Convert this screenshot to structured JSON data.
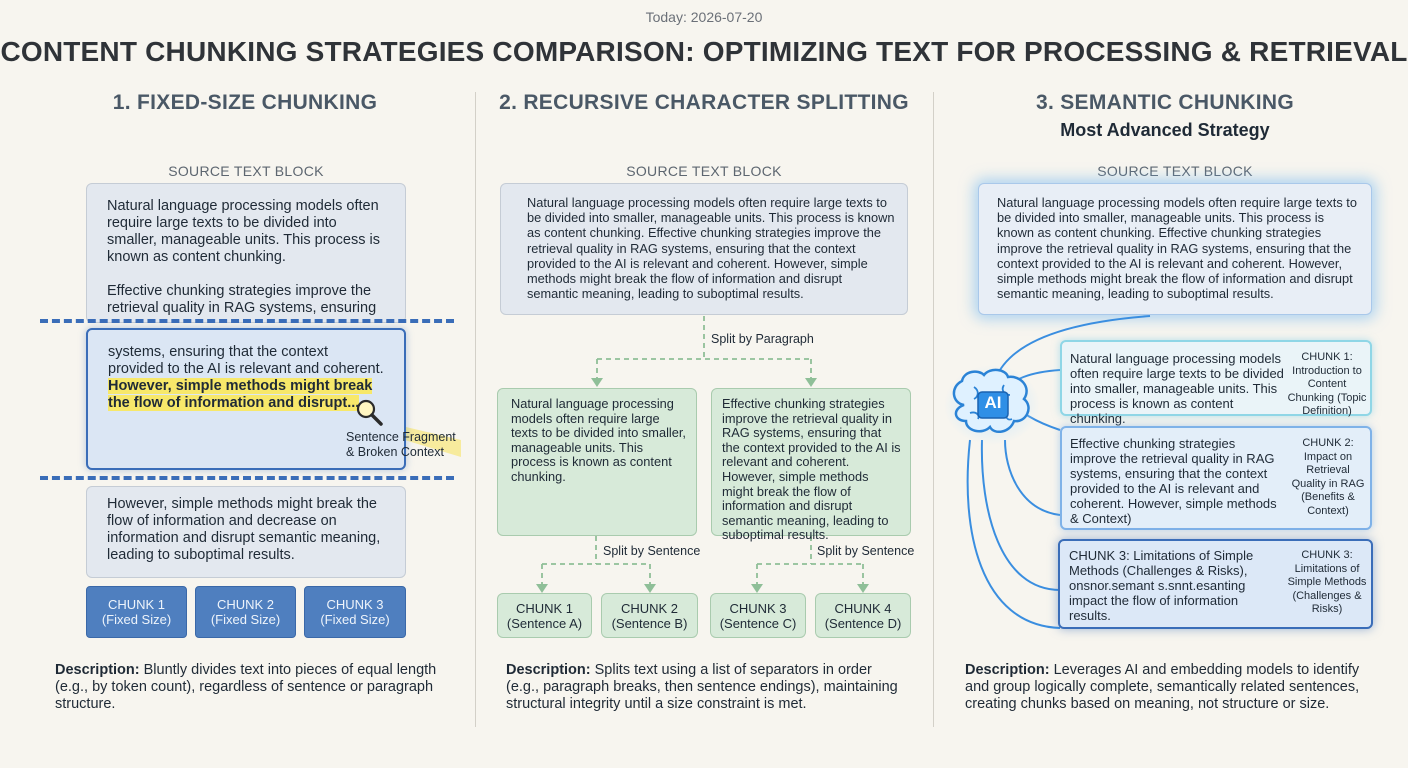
{
  "date": "Today: 2026-07-20",
  "title": "CONTENT CHUNKING STRATEGIES COMPARISON: OPTIMIZING TEXT FOR PROCESSING & RETRIEVAL",
  "source_label": "SOURCE TEXT BLOCK",
  "col1": {
    "title": "1. FIXED-SIZE CHUNKING",
    "src_para1": "Natural language processing models often require large texts to be divided into smaller, manageable units. This process is known as content chunking.",
    "src_para2": "Effective chunking strategies improve the retrieval quality in RAG systems, ensuring",
    "mid_text": "systems, ensuring that the context provided to the AI is relevant and coherent.",
    "mid_highlight": "However, simple methods might break the flow of information and disrupt...",
    "annotation_line1": "Sentence Fragment",
    "annotation_line2": "& Broken Context",
    "bottom_text": "However, simple methods might break the flow of information and decrease on information and disrupt semantic meaning, leading to suboptimal results.",
    "chunks": [
      {
        "line1": "CHUNK 1",
        "line2": "(Fixed Size)"
      },
      {
        "line1": "CHUNK 2",
        "line2": "(Fixed Size)"
      },
      {
        "line1": "CHUNK 3",
        "line2": "(Fixed Size)"
      }
    ],
    "desc_label": "Description:",
    "desc_text": " Bluntly divides text into pieces of equal length (e.g., by token count), regardless of sentence or paragraph structure."
  },
  "col2": {
    "title": "2. RECURSIVE CHARACTER SPLITTING",
    "src_text": "Natural language processing models often require large texts to be divided into smaller, manageable units. This process is known as content chunking. Effective chunking strategies improve the retrieval quality in RAG systems, ensuring that the context provided to the AI is relevant and coherent. However, simple methods might break the flow of information and disrupt semantic meaning, leading to suboptimal results.",
    "split_paragraph": "Split by Paragraph",
    "para_left": "Natural language processing models often require large texts to be divided into smaller, manageable units. This process is known as content chunking.",
    "para_right": "Effective chunking strategies improve the retrieval quality in RAG systems, ensuring that the context provided to the AI is relevant and coherent. However, simple methods might break the flow of information and disrupt semantic meaning, leading to suboptimal results.",
    "split_sentence": "Split by Sentence",
    "chunks": [
      {
        "line1": "CHUNK 1",
        "line2": "(Sentence A)"
      },
      {
        "line1": "CHUNK 2",
        "line2": "(Sentence B)"
      },
      {
        "line1": "CHUNK 3",
        "line2": "(Sentence C)"
      },
      {
        "line1": "CHUNK 4",
        "line2": "(Sentence D)"
      }
    ],
    "desc_label": "Description:",
    "desc_text": " Splits text using a list of separators in order (e.g., paragraph breaks, then sentence endings), maintaining structural integrity until a size constraint is met."
  },
  "col3": {
    "title": "3. SEMANTIC CHUNKING",
    "subtitle": "Most Advanced Strategy",
    "src_text": "Natural language processing models often require large texts to be divided into smaller, manageable units. This process is known as content chunking. Effective chunking strategies improve the retrieval quality in RAG systems, ensuring that the context provided to the AI is relevant and coherent. However, simple methods might break the flow of information and disrupt semantic meaning, leading to suboptimal results.",
    "ai_label": "AI",
    "chunks": [
      {
        "text": "Natural language processing models often require large texts to be divided into smaller, manageable units. This process is known as content chunking.",
        "title": "CHUNK 1: Introduction to Content Chunking (Topic Definition)"
      },
      {
        "text": "Effective chunking strategies improve the retrieval quality in RAG systems, ensuring that the context provided to the AI is relevant and coherent. However, simple methods & Context)",
        "title": "CHUNK 2: Impact on Retrieval Quality in RAG (Benefits & Context)"
      },
      {
        "text": "CHUNK 3: Limitations of Simple Methods (Challenges & Risks), onsnor.semant s.snnt.esanting impact the flow of information results.",
        "title": "CHUNK 3: Limitations of Simple Methods (Challenges & Risks)"
      }
    ],
    "desc_label": "Description:",
    "desc_text": " Leverages AI and embedding models to identify and group logically complete, semantically related sentences, creating chunks based on meaning, not structure or size."
  },
  "colors": {
    "background": "#f7f5ef",
    "fixed_chunk": "#4f7fbf",
    "recursive_green": "#d7ead9",
    "semantic_glow": "#6fb6f0",
    "highlight": "#f7e86a"
  }
}
